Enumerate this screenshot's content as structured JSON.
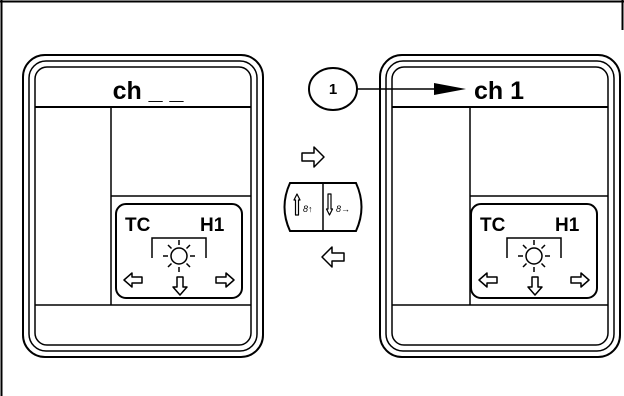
{
  "left_display": {
    "channel_text": "ch _ _",
    "label_tc": "TC",
    "label_h1": "H1"
  },
  "right_display": {
    "channel_text": "ch 1",
    "label_tc": "TC",
    "label_h1": "H1"
  },
  "callout": {
    "number": "1"
  },
  "center_control": {
    "up_button_label": "8↑",
    "down_button_label": "8→"
  },
  "icons": {
    "arrow_right": "arrow-right-outline-icon",
    "arrow_left": "arrow-left-outline-icon",
    "arrow_down": "arrow-down-outline-icon",
    "arrow_up": "arrow-up-outline-icon",
    "light": "light-bulb-icon",
    "pointer": "callout-arrow-icon"
  },
  "colors": {
    "line": "#000000",
    "background": "#ffffff"
  }
}
